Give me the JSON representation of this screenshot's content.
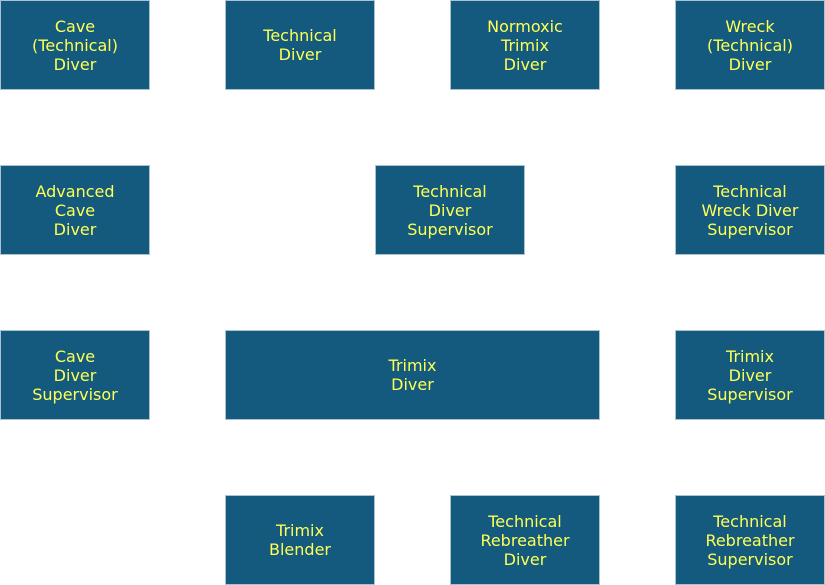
{
  "colors": {
    "box_fill": "#135a7e",
    "box_text": "#ffff55",
    "box_border": "#a9c3cf",
    "background": "#ffffff"
  },
  "courses": {
    "cave_technical_diver": "Cave\n(Technical)\nDiver",
    "technical_diver": "Technical\nDiver",
    "normoxic_trimix_diver": "Normoxic\nTrimix\nDiver",
    "wreck_technical_diver": "Wreck\n(Technical)\nDiver",
    "advanced_cave_diver": "Advanced\nCave\nDiver",
    "technical_diver_supervisor": "Technical\nDiver\nSupervisor",
    "technical_wreck_diver_supervisor": "Technical\nWreck Diver\nSupervisor",
    "cave_diver_supervisor": "Cave\nDiver\nSupervisor",
    "trimix_diver": "Trimix\nDiver",
    "trimix_diver_supervisor": "Trimix\nDiver\nSupervisor",
    "trimix_blender": "Trimix\nBlender",
    "technical_rebreather_diver": "Technical\nRebreather\nDiver",
    "technical_rebreather_supervisor": "Technical\nRebreather\nSupervisor"
  }
}
